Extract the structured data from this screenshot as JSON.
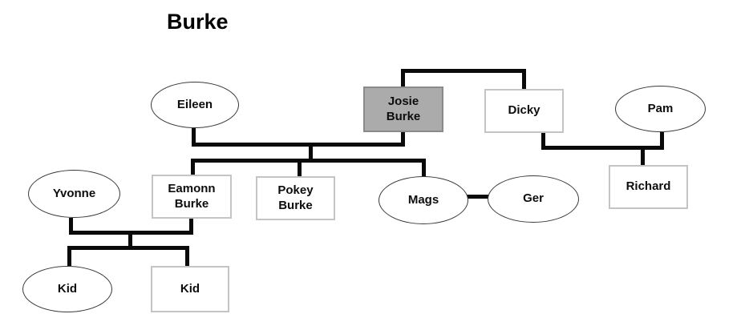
{
  "title": "Burke",
  "diagram": {
    "type": "family-tree",
    "nodes": {
      "eileen": {
        "label": "Eileen",
        "shape": "ellipse"
      },
      "josie": {
        "label": "Josie\nBurke",
        "shape": "rect",
        "highlighted": true,
        "fill": "#ababab"
      },
      "dicky": {
        "label": "Dicky",
        "shape": "rect"
      },
      "pam": {
        "label": "Pam",
        "shape": "ellipse"
      },
      "eamonn": {
        "label": "Eamonn\nBurke",
        "shape": "rect"
      },
      "pokey": {
        "label": "Pokey\nBurke",
        "shape": "rect"
      },
      "mags": {
        "label": "Mags",
        "shape": "ellipse"
      },
      "ger": {
        "label": "Ger",
        "shape": "ellipse"
      },
      "richard": {
        "label": "Richard",
        "shape": "rect"
      },
      "yvonne": {
        "label": "Yvonne",
        "shape": "ellipse"
      },
      "kid_ellipse": {
        "label": "Kid",
        "shape": "ellipse"
      },
      "kid_rect": {
        "label": "Kid",
        "shape": "rect"
      }
    },
    "relationships": [
      {
        "type": "top-bracket",
        "between": [
          "Josie Burke",
          "Dicky"
        ]
      },
      {
        "type": "couple",
        "between": [
          "Eileen",
          "Josie Burke"
        ],
        "children": [
          "Eamonn Burke",
          "Pokey Burke",
          "Mags"
        ]
      },
      {
        "type": "couple",
        "between": [
          "Dicky",
          "Pam"
        ],
        "children": [
          "Richard"
        ]
      },
      {
        "type": "couple",
        "between": [
          "Mags",
          "Ger"
        ],
        "children": []
      },
      {
        "type": "couple",
        "between": [
          "Yvonne",
          "Eamonn Burke"
        ],
        "children": [
          "Kid",
          "Kid"
        ]
      }
    ],
    "colors": {
      "line": "#0a0a0a",
      "rect_border": "#c4c4c4",
      "ellipse_border": "#3a3a3a",
      "highlight_fill": "#ababab",
      "highlight_border": "#8a8a8a"
    }
  }
}
